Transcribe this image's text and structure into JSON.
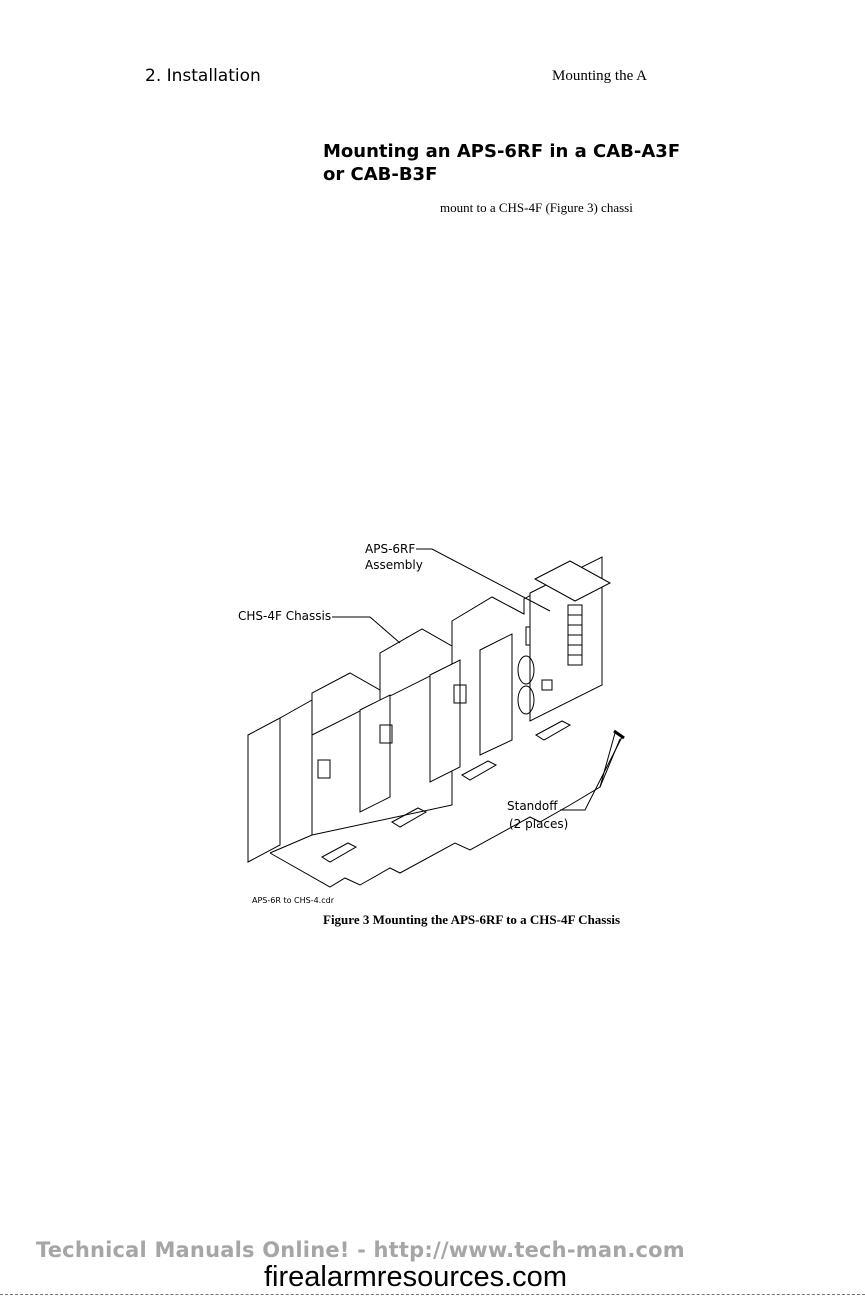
{
  "header": {
    "left": "2. Installation",
    "right": "Mounting the A"
  },
  "section": {
    "title": "Mounting an APS-6RF in a CAB-A3F or CAB-B3F",
    "body_fragment": "mount to a CHS-4F (Figure 3) chassi"
  },
  "figure": {
    "callouts": {
      "assembly_line1": "APS-6RF",
      "assembly_line2": "Assembly",
      "chassis": "CHS-4F Chassis",
      "standoff_line1": "Standoff",
      "standoff_line2": "(2 places)"
    },
    "file_label": "APS-6R to CHS-4.cdr",
    "caption": "Figure 3  Mounting the APS-6RF to a CHS-4F Chassis"
  },
  "watermarks": {
    "line1": "Technical Manuals Online! - http://www.tech-man.com",
    "line2": "firealarmresources.com"
  }
}
